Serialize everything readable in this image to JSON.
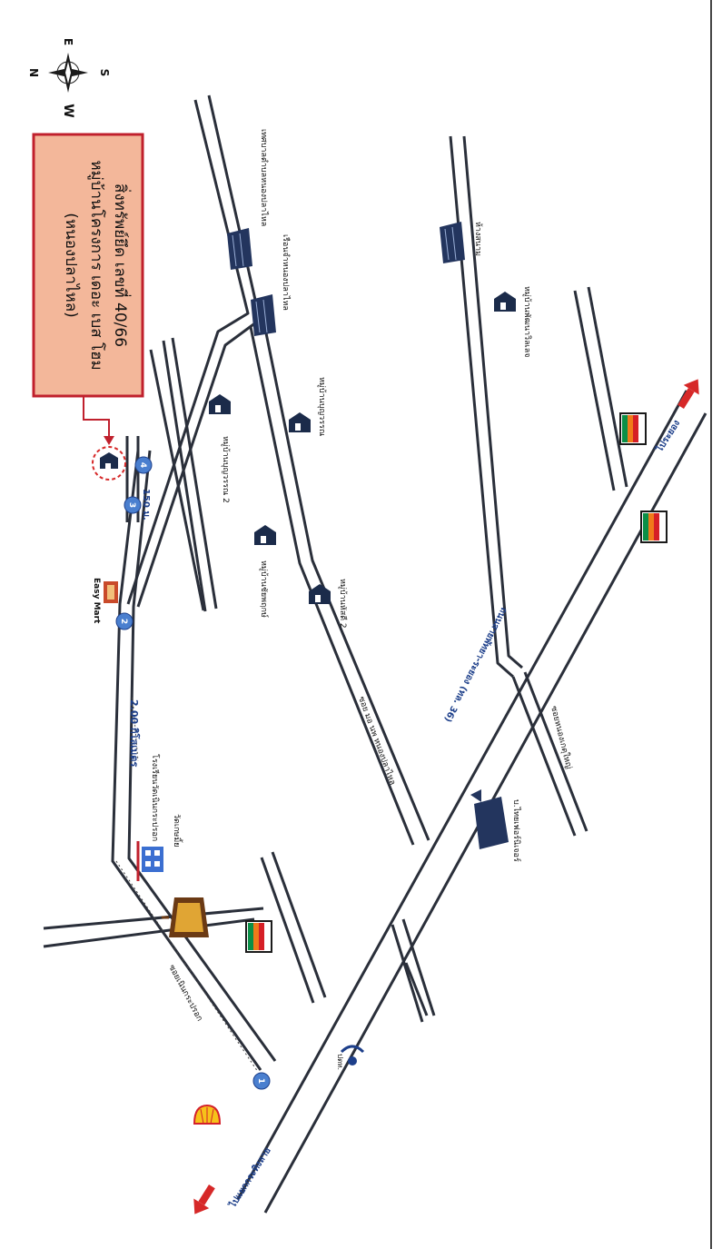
{
  "colors": {
    "callout_fill": "#f3b79a",
    "callout_border": "#c0202d",
    "arrow_red": "#d62828",
    "road": "#2a2f3a",
    "marker_blue": "#4a7fcf",
    "seven_eleven_green": "#0b8f47",
    "seven_eleven_orange": "#f07a1a",
    "seven_eleven_red": "#d61f26",
    "building_blue": "#23355e",
    "shell_yellow": "#f6c21a",
    "shell_red": "#d4202a"
  },
  "compass": {
    "north": "N",
    "east": "E",
    "south": "S",
    "west": "W"
  },
  "callout": {
    "line1": "สิ่งทรัพย์ยึด เลขที่ 40/66",
    "line2": "หมู่บ้านโครงการ เดอะ เบส โฮม",
    "line3": "(หนองปลาไหล)"
  },
  "labels": {
    "city_hall": "เทศบาลตำบลหนองปลาไหล",
    "prison": "เรือนจำหนองปลาไหล",
    "stadium": "ห้างสนาม",
    "village_phatthana": "หมู่บ้านพัฒนาวิลเลจ",
    "village_bunyawan2": "หมู่บ้านบุญวรรณ 2",
    "village_bunyawan": "หมู่บ้านบุญวรรณ",
    "village_chaiyaphruek": "หมู่บ้านชัยพฤกษ์",
    "village_hatsadi2": "หมู่บ้านหัสดี 2",
    "easy_mart": "Easy Mart",
    "distance_150": "150 ม.",
    "distance_2km": "2.00 กิโลเมตร",
    "school": "โรงเรียนวัดเนินกระปรอก",
    "temple": "วัดเกษมิ้ย",
    "soi_label": "ซอยเนินกระปรอก",
    "soi_nongplalai": "ซอย มอ นพ หนองปลาไหล",
    "highway": "ถนนสายพัทยา-ระยอง (ทล. 36)",
    "soi_huay_yai": "ซอยหนองเกตุใหญ่",
    "factory": "บ.ไทยเฟอร์นิเจอร์",
    "to_rayong": "ไประยอง",
    "to_bangkok": "ไปแยกกระทิงลาย",
    "ptt": "ปตท."
  },
  "markers": [
    "1",
    "2",
    "3",
    "4"
  ],
  "icons": {
    "compass": "compass-rose-icon",
    "house": "house-icon",
    "building": "building-icon",
    "seven_eleven": "seven-eleven-icon",
    "shell": "shell-station-icon",
    "temple": "temple-icon",
    "school": "school-icon",
    "shop": "shop-icon",
    "arrow": "direction-arrow-icon"
  }
}
